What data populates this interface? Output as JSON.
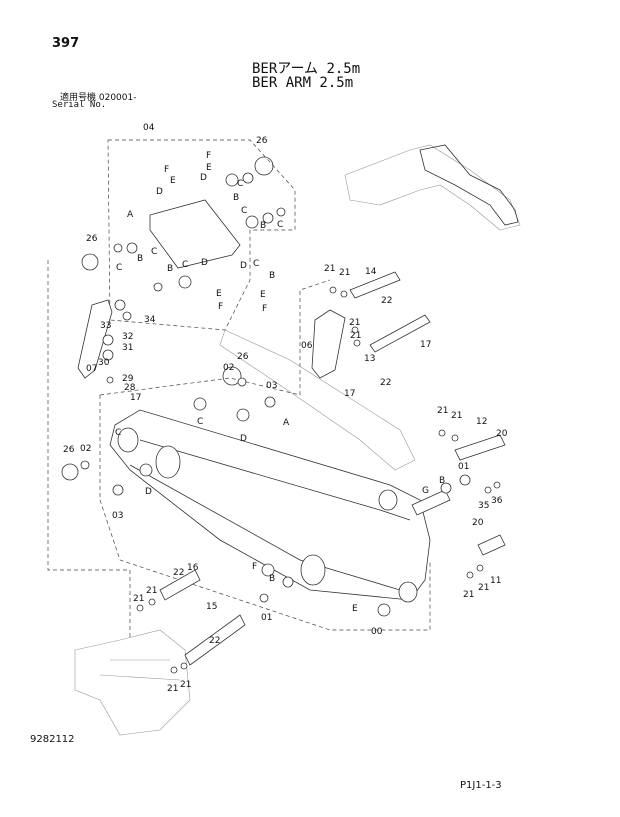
{
  "header": {
    "page_number": "397",
    "title_jp": "BERアーム 2.5m",
    "title_en": "BER ARM 2.5m",
    "serial_label_jp": "適用号機  020001-",
    "serial_label_en": "Serial No."
  },
  "footer": {
    "drawing_number": "9282112",
    "reference_code": "P1J1-1-3"
  },
  "callouts": [
    "04",
    "26",
    "F",
    "E",
    "D",
    "F",
    "E",
    "D",
    "A",
    "C",
    "B",
    "C",
    "B",
    "C",
    "26",
    "C",
    "B",
    "C",
    "B",
    "C",
    "D",
    "D",
    "C",
    "B",
    "E",
    "E",
    "F",
    "F",
    "33",
    "34",
    "32",
    "31",
    "30",
    "29",
    "28",
    "17",
    "07",
    "21",
    "21",
    "14",
    "22",
    "21",
    "21",
    "06",
    "13",
    "17",
    "17",
    "22",
    "26",
    "02",
    "03",
    "C",
    "A",
    "D",
    "C",
    "26",
    "02",
    "D",
    "03",
    "21",
    "21",
    "12",
    "20",
    "01",
    "B",
    "G",
    "36",
    "35",
    "20",
    "21",
    "21",
    "11",
    "E",
    "00",
    "F",
    "B",
    "01",
    "22",
    "16",
    "21",
    "21",
    "15",
    "22",
    "21",
    "21"
  ]
}
